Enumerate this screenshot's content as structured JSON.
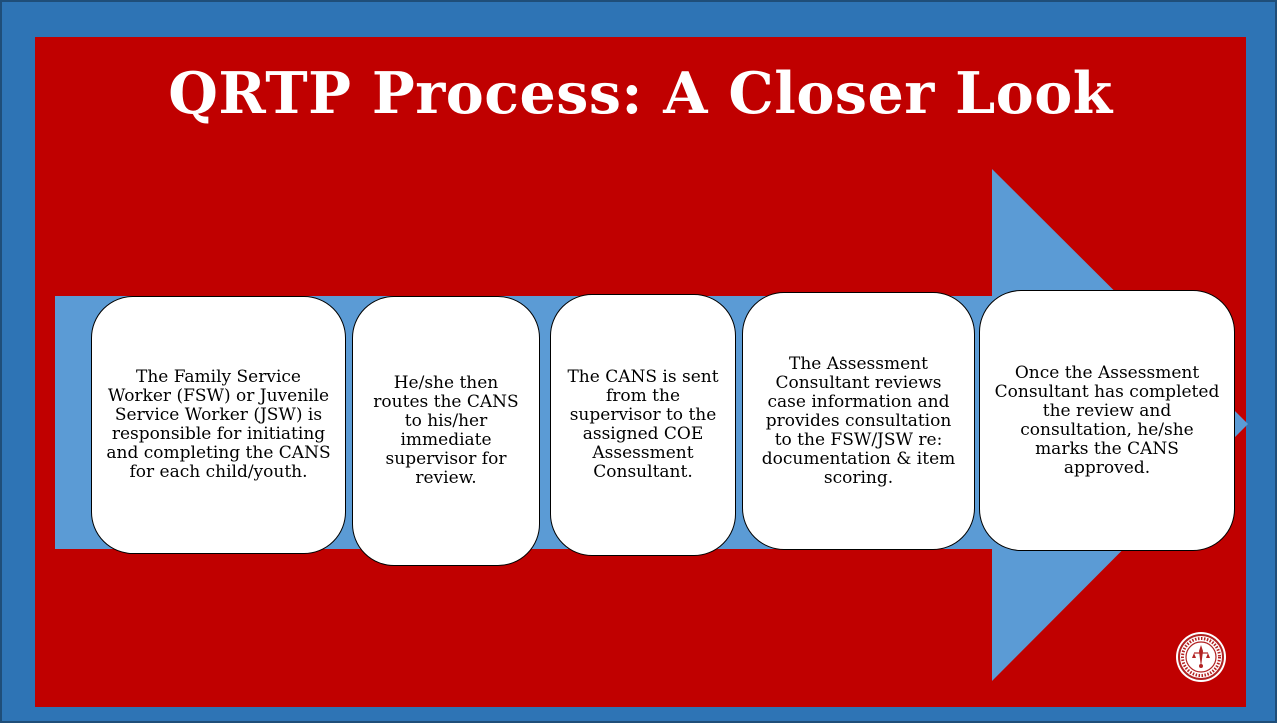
{
  "slide": {
    "title": "QRTP Process: A Closer Look",
    "colors": {
      "frame": "#2e74b5",
      "panel": "#c00000",
      "arrow": "#5b9bd5",
      "box": "#ffffff"
    }
  },
  "steps": [
    {
      "text": "The Family Service Worker (FSW) or Juvenile Service Worker (JSW) is responsible for initiating and completing the CANS for each child/youth."
    },
    {
      "text": "He/she then routes the CANS to his/her immediate supervisor for review."
    },
    {
      "text": "The CANS is sent from the supervisor to the assigned COE Assessment Consultant."
    },
    {
      "text": "The Assessment Consultant reviews case information and provides consultation to the FSW/JSW re: documentation & item scoring."
    },
    {
      "text": "Once the Assessment Consultant has completed the review and consultation, he/she marks the CANS approved."
    }
  ],
  "seal": {
    "icon": "court-seal-icon",
    "lettering": "SEAL OF THE TENNESSEE JUDICIARY 1796"
  }
}
